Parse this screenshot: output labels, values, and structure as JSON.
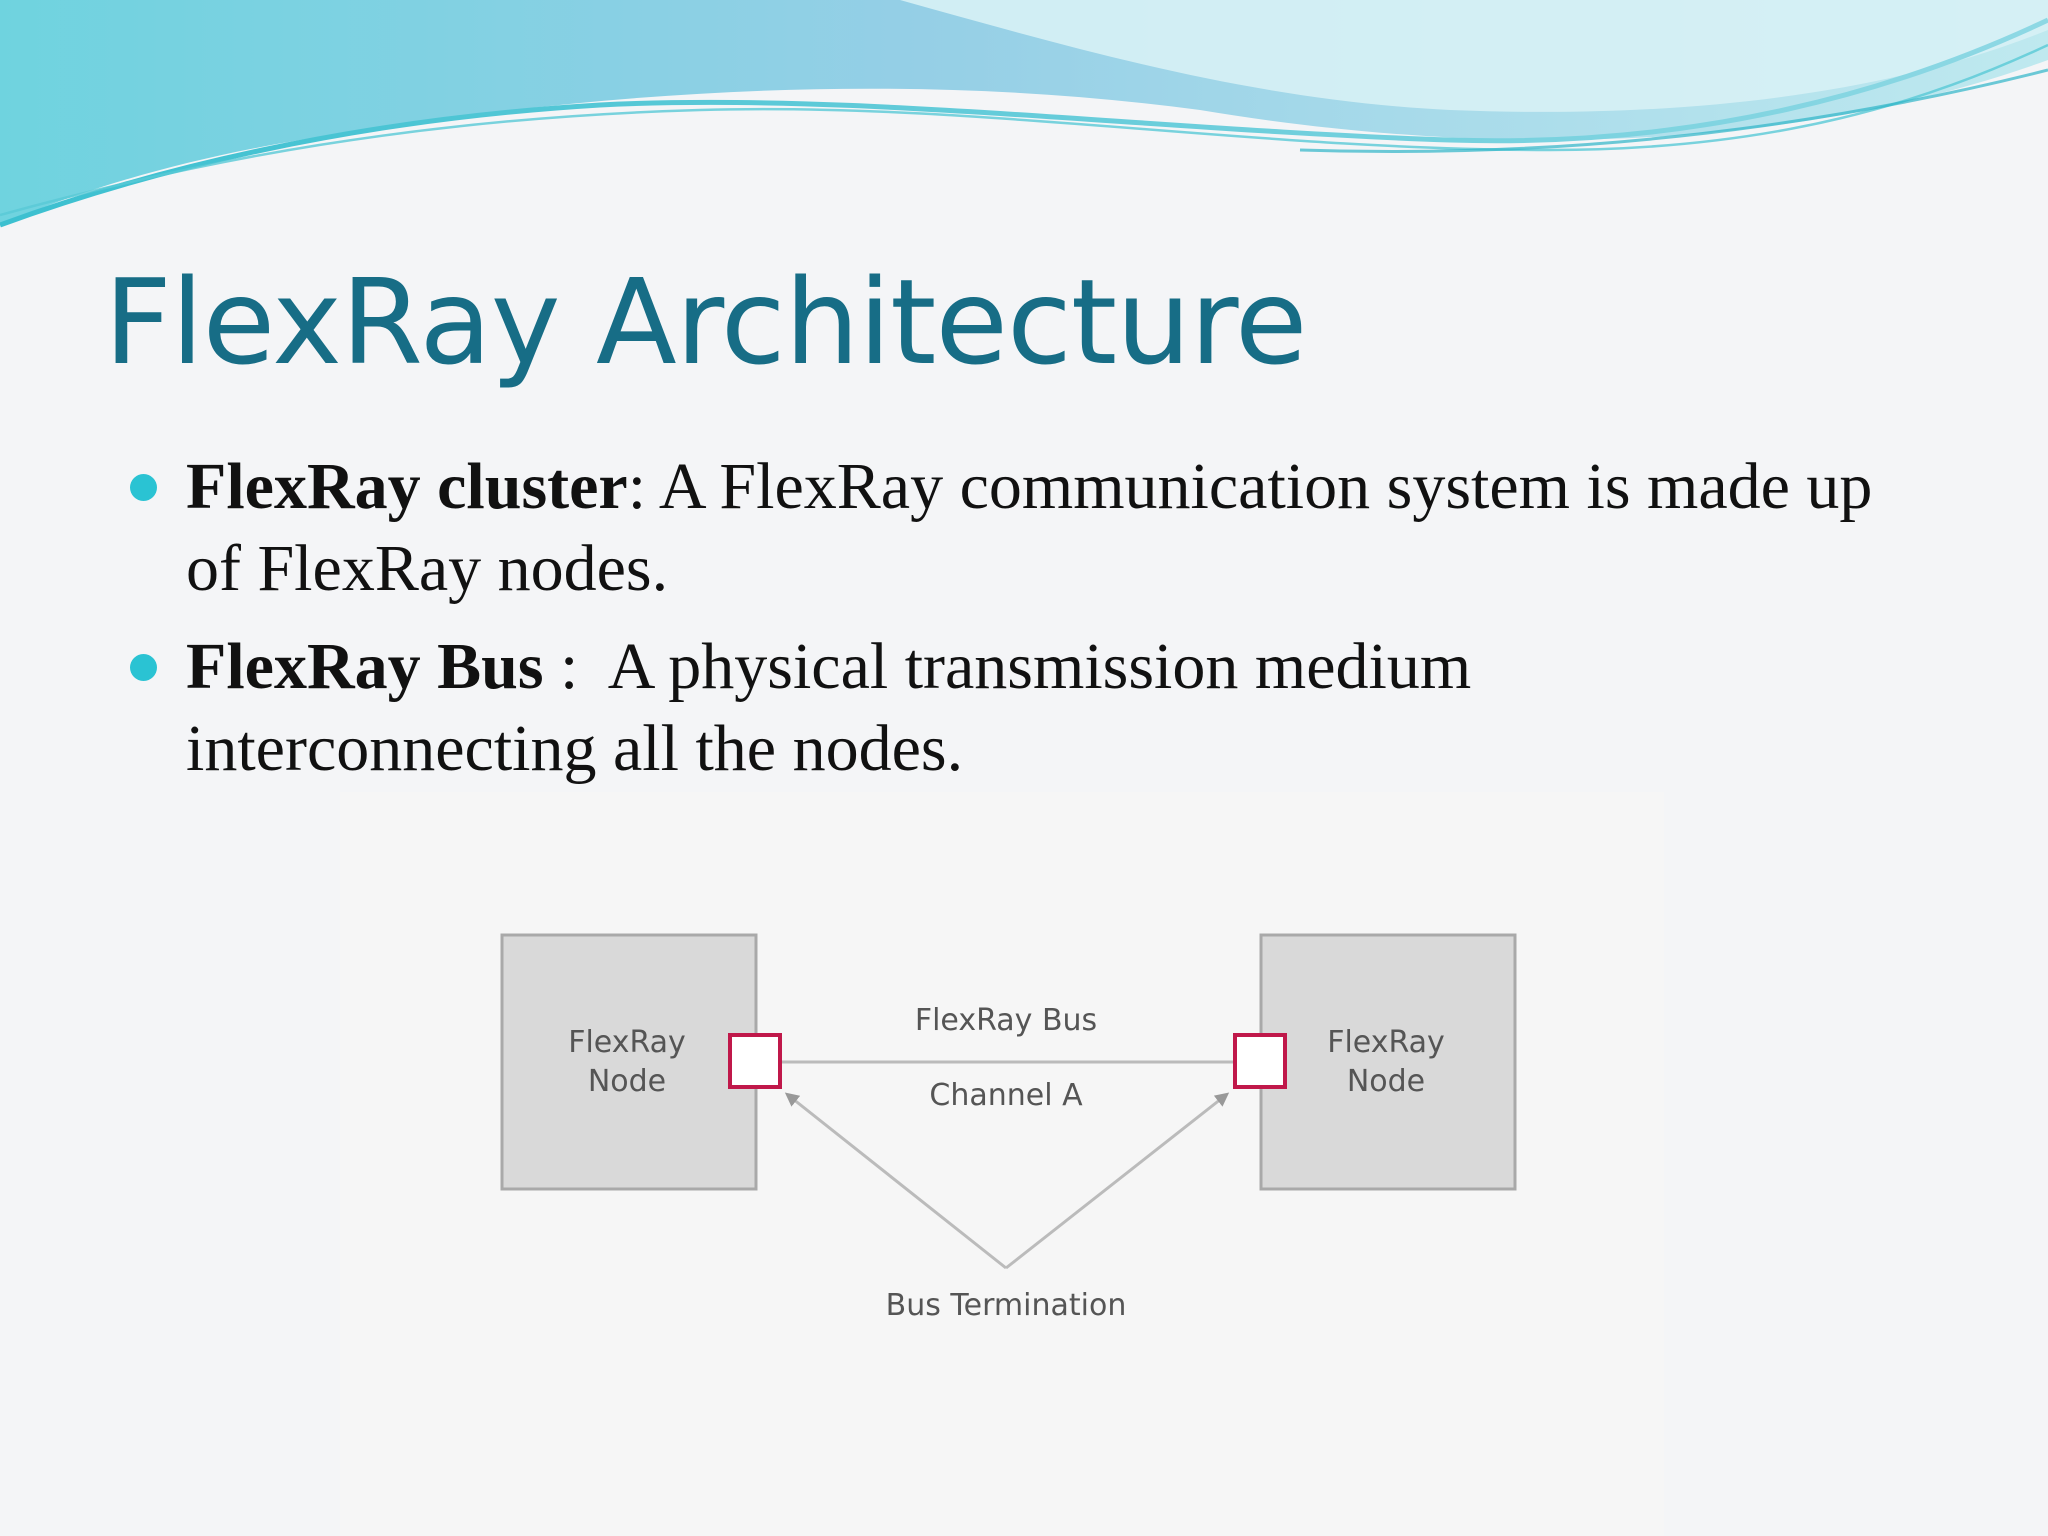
{
  "slide": {
    "title": "FlexRay Architecture",
    "colors": {
      "title": "#176d86",
      "bullet_dot": "#2ac3d3",
      "wave_light": "#bfe9ef",
      "wave_mid": "#7fd3df",
      "wave_dark": "#3cc0d0"
    },
    "bullets": [
      {
        "term": "FlexRay cluster",
        "separator": ": ",
        "text": "A FlexRay communication system is made up of FlexRay nodes."
      },
      {
        "term": "FlexRay Bus",
        "separator": " :  ",
        "text": "A physical transmission medium interconnecting all the nodes."
      }
    ]
  },
  "diagram": {
    "left_node": {
      "line1": "FlexRay",
      "line2": "Node"
    },
    "right_node": {
      "line1": "FlexRay",
      "line2": "Node"
    },
    "bus_label": "FlexRay Bus",
    "channel_label": "Channel A",
    "termination_label": "Bus Termination",
    "colors": {
      "node_fill": "#d9d9d9",
      "node_border": "#a9a9a9",
      "connector": "#c0184a",
      "line": "#bbbbbb"
    }
  }
}
